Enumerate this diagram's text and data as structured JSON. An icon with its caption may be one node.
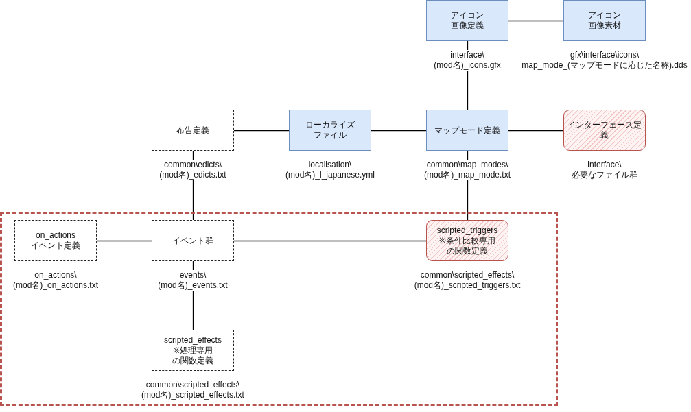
{
  "diagram": {
    "nodes": [
      {
        "text": [
          "アイコン画像定義"
        ],
        "beside": [
          "interface\\ (mod名)_icons.gfx"
        ]
      },
      {
        "text": [
          "アイコン画像素材"
        ],
        "beside": [
          "gfx\\interface\\icons\\ map_mode_(マップモードに応じた名称).dds"
        ]
      },
      {
        "text": [
          "布告定義"
        ],
        "beside": [
          "common\\edicts\\ (mod名)_edicts.txt"
        ]
      },
      {
        "text": [
          "ローカライズファイル"
        ],
        "beside": [
          "localisation\\ (mod名)_l_japanese.yml"
        ]
      },
      {
        "text": [
          "マップモード定義"
        ],
        "beside": [
          "common\\map_modes\\ (mod名)_map_mode.txt"
        ]
      },
      {
        "text": [
          "インターフェース定義"
        ],
        "beside": [
          "interface\\ 必要なファイル群"
        ]
      },
      {
        "text": [],
        "shape": "box"
      },
      {
        "text": [
          "on_actions イベント定義"
        ],
        "beside": [
          "on_actions\\ (mod名)_on_actions.txt"
        ],
        "in": 6
      },
      {
        "text": [
          "イベント群"
        ],
        "beside": [
          "events\\ (mod名)_events.txt"
        ],
        "in": 6
      },
      {
        "text": [
          "scripted_triggers ※条件比較専用の関数定義"
        ],
        "beside": [
          "common\\scripted_effects\\ (mod名)_scripted_triggers.txt"
        ],
        "in": 6
      },
      {
        "text": [
          "scripted_effects ※処理専用の関数定義"
        ],
        "beside": [
          "common\\scripted_effects\\ (mod名)_scripted_effects.txt"
        ],
        "in": 6
      }
    ],
    "edges": [
      {
        "from": 0,
        "to": 1,
        "arrow": "none"
      },
      {
        "from": 0,
        "to": 4,
        "arrow": "none"
      },
      {
        "from": 2,
        "to": 3,
        "arrow": "none"
      },
      {
        "from": 3,
        "to": 4,
        "arrow": "none"
      },
      {
        "from": 4,
        "to": 5,
        "arrow": "none"
      },
      {
        "from": 2,
        "to": 8,
        "arrow": "none"
      },
      {
        "from": 7,
        "to": 8,
        "arrow": "none"
      },
      {
        "from": 8,
        "to": 9,
        "arrow": "none"
      },
      {
        "from": 4,
        "to": 9,
        "arrow": "none"
      },
      {
        "from": 8,
        "to": 10,
        "arrow": "none"
      }
    ]
  }
}
